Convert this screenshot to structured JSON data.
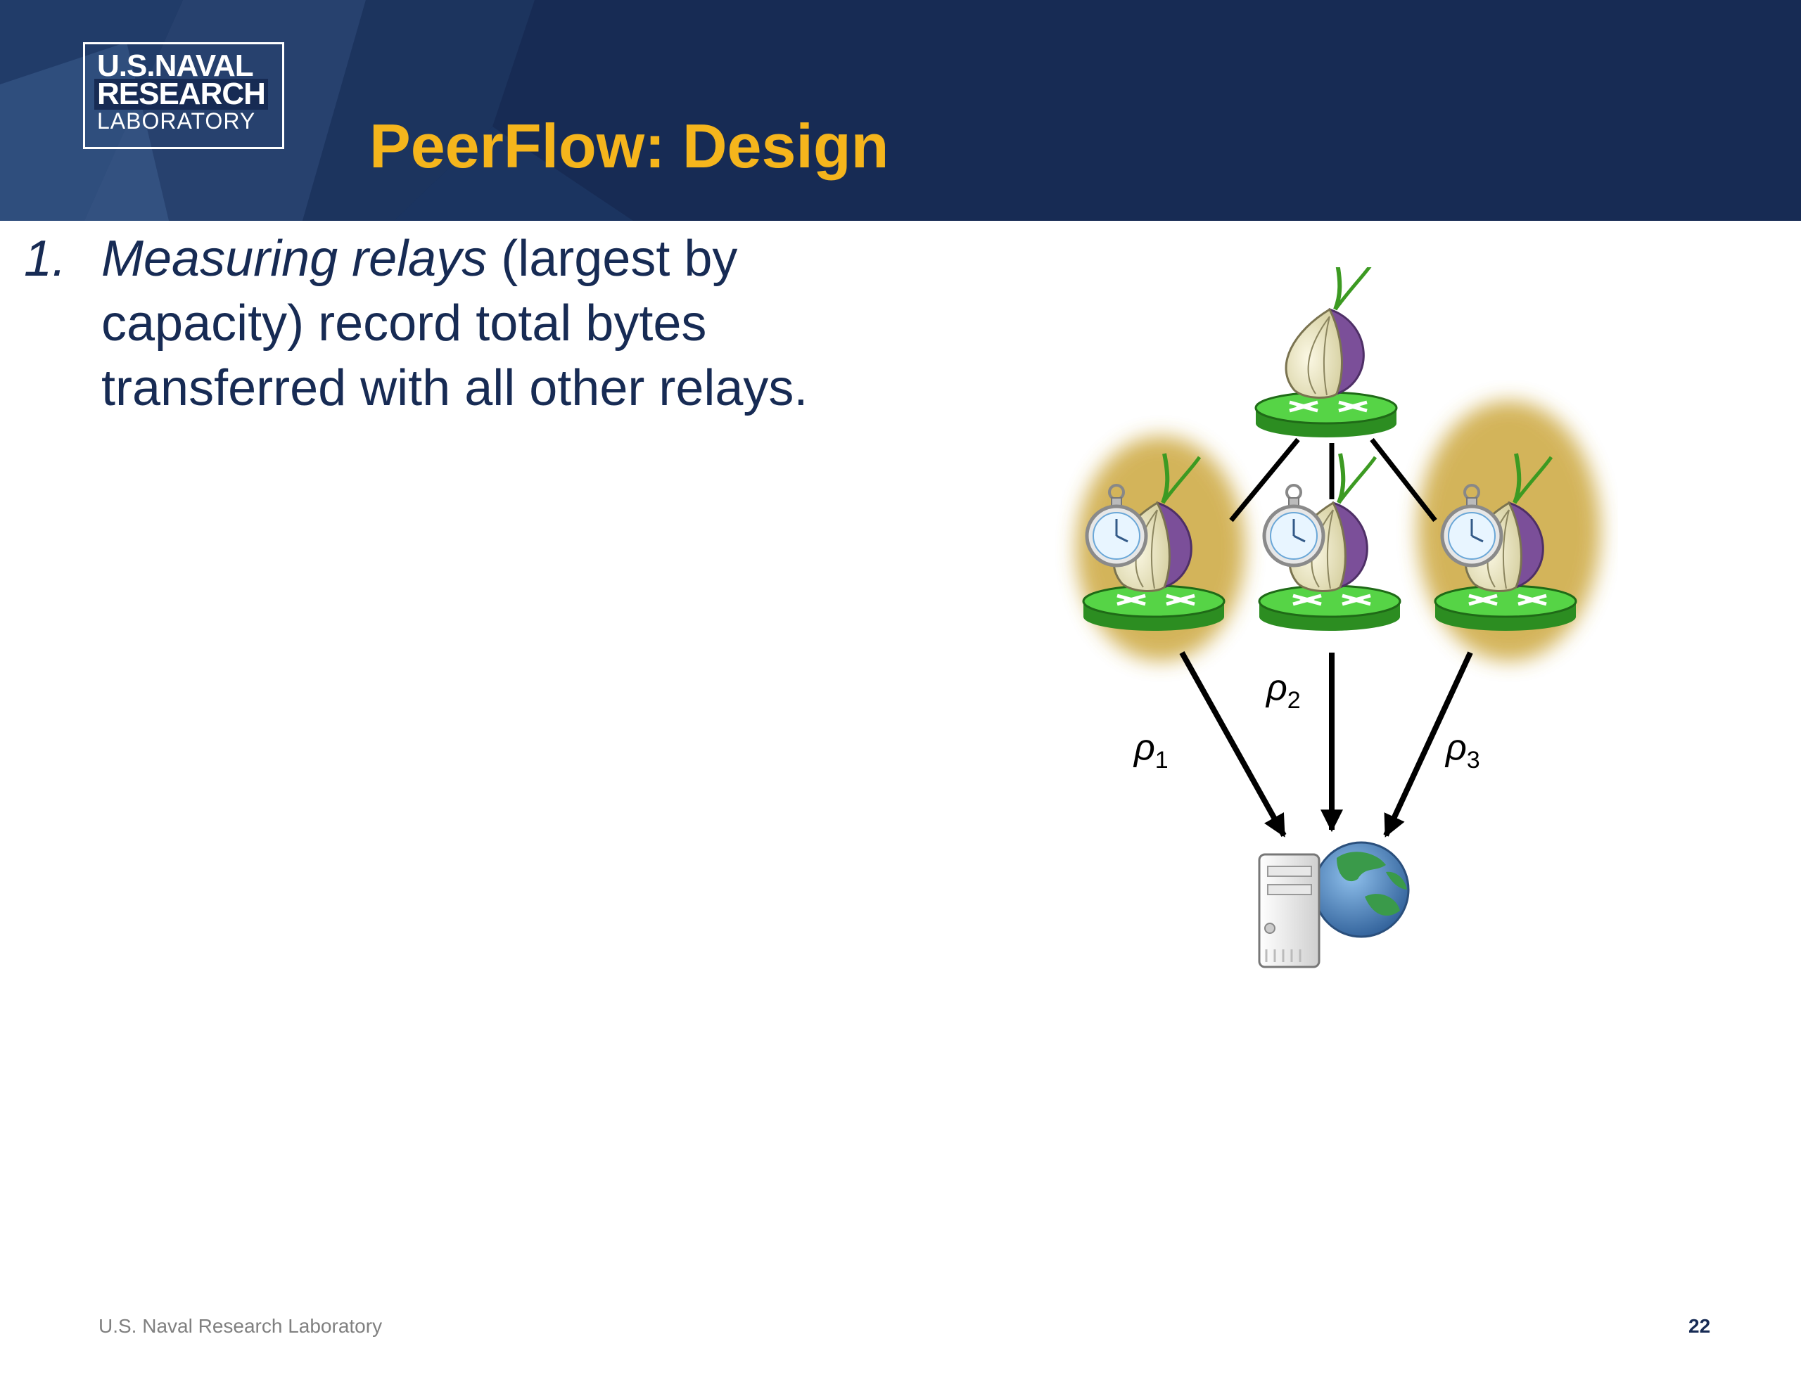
{
  "header": {
    "title": "PeerFlow: Design",
    "logo": {
      "line1": "U.S.NAVAL",
      "line2": "RESEARCH",
      "line3": "LABORATORY"
    }
  },
  "content": {
    "bullet_number": "1.",
    "bullet_emphasis": "Measuring relays",
    "bullet_rest_1": " (largest by",
    "bullet_line_2": "capacity) record total bytes",
    "bullet_line_3": "transferred with all other relays."
  },
  "diagram": {
    "labels": {
      "rho1": "ρ",
      "rho1_sub": "1",
      "rho2": "ρ",
      "rho2_sub": "2",
      "rho3": "ρ",
      "rho3_sub": "3"
    },
    "colors": {
      "router_green": "#3fbf2f",
      "onion_purple": "#7b4f99",
      "highlight_glow": "#c9a233",
      "globe_blue": "#4a7fb8",
      "globe_green": "#3a9a4a"
    }
  },
  "footer": {
    "organization": "U.S. Naval Research Laboratory",
    "page_number": "22"
  }
}
